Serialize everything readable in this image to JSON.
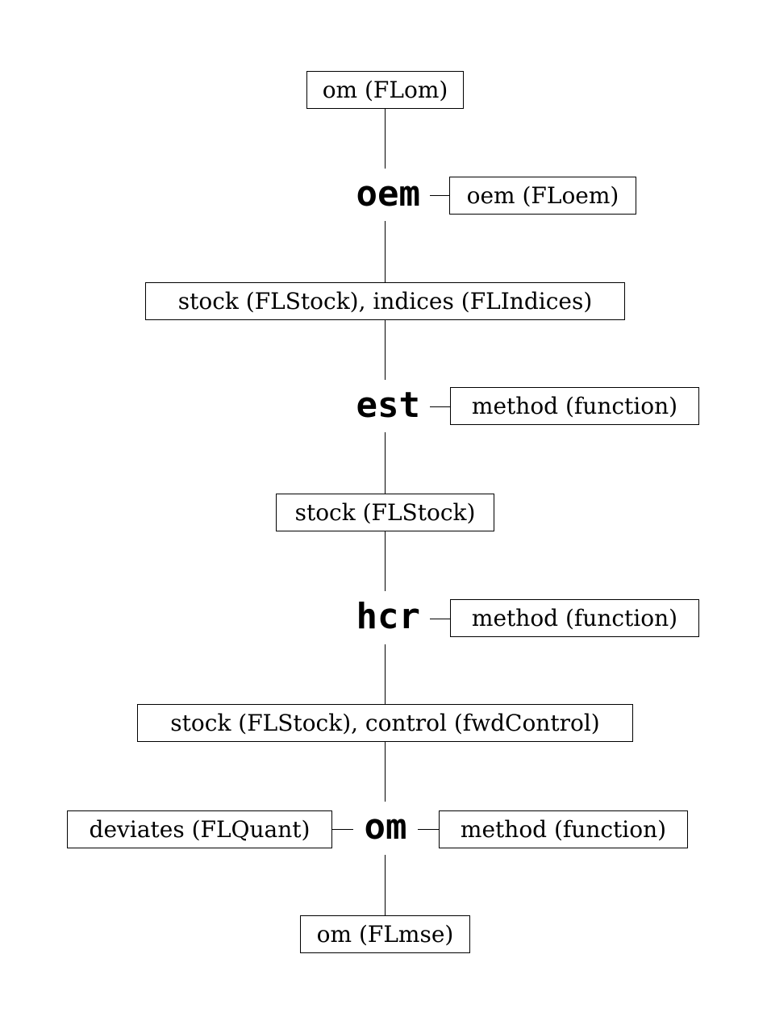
{
  "nodes": {
    "om_flom": "om (FLom)",
    "oem_fn": "oem",
    "oem_floem": "oem (FLoem)",
    "stock_indices": "stock (FLStock), indices (FLIndices)",
    "est_fn": "est",
    "est_method": "method (function)",
    "stock_flstock": "stock (FLStock)",
    "hcr_fn": "hcr",
    "hcr_method": "method (function)",
    "stock_control": "stock (FLStock), control (fwdControl)",
    "deviates": "deviates (FLQuant)",
    "om_fn": "om",
    "om_method": "method (function)",
    "om_flmse": "om (FLmse)"
  }
}
